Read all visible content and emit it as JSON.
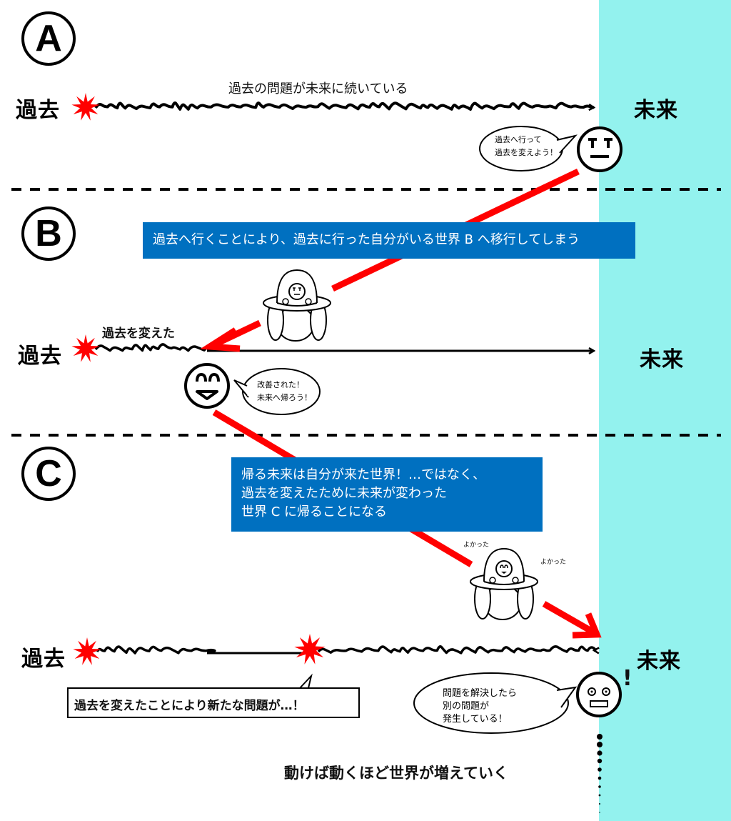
{
  "colors": {
    "future_band": "#93f2ee",
    "note_bg": "#0070c0",
    "arrow_red": "#ff0000",
    "burst_red": "#ff0000"
  },
  "sections": [
    {
      "letter": "A",
      "past_label": "過去",
      "future_label": "未来",
      "timeline_caption": "過去の問題が未来に続いている",
      "speech": [
        "過去へ行って",
        "過去を変えよう！"
      ],
      "face_expression": "determined-face"
    },
    {
      "letter": "B",
      "past_label": "過去",
      "future_label": "未来",
      "note": "過去へ行くことにより、過去に行った自分がいる世界 B へ移行してしまう",
      "change_label": "過去を変えた",
      "speech": [
        "改善された！",
        "未来へ帰ろう！"
      ],
      "face_expression": "happy-face"
    },
    {
      "letter": "C",
      "past_label": "過去",
      "future_label": "未来",
      "note_lines": [
        "帰る未来は自分が来た世界！…ではなく、",
        "過去を変えたために未来が変わった",
        "世界 C に帰ることになる"
      ],
      "relief_left": "よかった",
      "relief_right": "よかった",
      "new_problem_callout": "過去を変えたことにより新たな問題が…！",
      "speech": [
        "問題を解決したら",
        "別の問題が",
        "発生している！"
      ],
      "exclamation": "!",
      "face_expression": "shocked-face",
      "conclusion": "動けば動くほど世界が増えていく"
    }
  ]
}
